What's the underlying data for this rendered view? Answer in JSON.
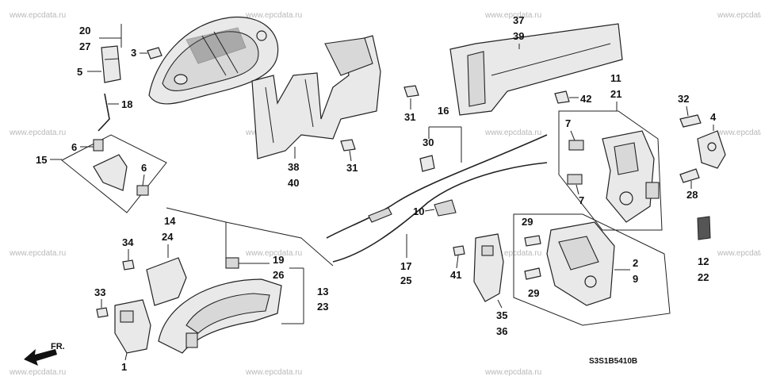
{
  "watermark": "www.epcdata.ru",
  "diagram_code": "S3S1B5410B",
  "direction_label": "FR.",
  "callouts": {
    "c20": "20",
    "c27": "27",
    "c3": "3",
    "c5": "5",
    "c18": "18",
    "c15": "15",
    "c6a": "6",
    "c6b": "6",
    "c38": "38",
    "c40": "40",
    "c31a": "31",
    "c31b": "31",
    "c37": "37",
    "c39": "39",
    "c42": "42",
    "c16": "16",
    "c30": "30",
    "c10": "10",
    "c17": "17",
    "c25": "25",
    "c11": "11",
    "c21": "21",
    "c7a": "7",
    "c7b": "7",
    "c32": "32",
    "c4": "4",
    "c28": "28",
    "c12": "12",
    "c22": "22",
    "c29a": "29",
    "c29b": "29",
    "c2": "2",
    "c9": "9",
    "c41": "41",
    "c35": "35",
    "c36": "36",
    "c14": "14",
    "c24": "24",
    "c34": "34",
    "c19": "19",
    "c26": "26",
    "c13": "13",
    "c23": "23",
    "c33": "33",
    "c1": "1"
  }
}
